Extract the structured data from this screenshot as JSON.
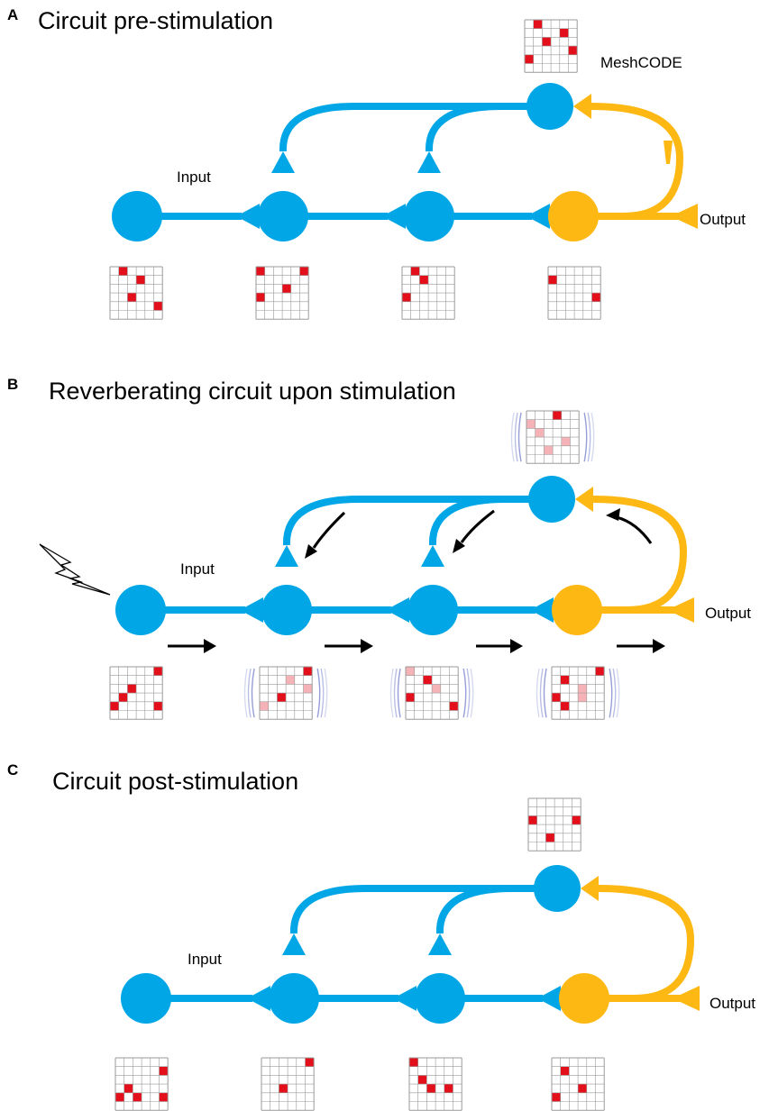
{
  "colors": {
    "blue": "#00a6e6",
    "orange": "#fdb813",
    "grid_line": "#9a9a9a",
    "grid_cell_active": "#e3101b",
    "grid_cell_faded": "#f6b3b7",
    "arrow": "#000000",
    "vibration": "#8a94d4"
  },
  "panels": [
    {
      "letter": "A",
      "title": "Circuit pre-stimulation",
      "input_label": "Input",
      "output_label": "Output",
      "meshcode_label": "MeshCODE",
      "grids": {
        "top": {
          "active": [
            [
              0,
              1
            ],
            [
              1,
              4
            ],
            [
              2,
              2
            ],
            [
              3,
              5
            ],
            [
              4,
              0
            ]
          ],
          "faded": []
        },
        "n1": {
          "active": [
            [
              0,
              1
            ],
            [
              1,
              3
            ],
            [
              3,
              2
            ],
            [
              4,
              5
            ]
          ],
          "faded": []
        },
        "n2": {
          "active": [
            [
              0,
              0
            ],
            [
              0,
              5
            ],
            [
              2,
              3
            ],
            [
              3,
              0
            ]
          ],
          "faded": []
        },
        "n3": {
          "active": [
            [
              0,
              1
            ],
            [
              1,
              2
            ],
            [
              3,
              0
            ]
          ],
          "faded": []
        },
        "n4": {
          "active": [
            [
              1,
              0
            ],
            [
              3,
              5
            ]
          ],
          "faded": []
        }
      }
    },
    {
      "letter": "B",
      "title": "Reverberating circuit upon stimulation",
      "input_label": "Input",
      "output_label": "Output",
      "meshcode_label": "",
      "grids": {
        "top": {
          "active": [
            [
              0,
              3
            ]
          ],
          "faded": [
            [
              1,
              0
            ],
            [
              2,
              1
            ],
            [
              3,
              4
            ],
            [
              4,
              2
            ]
          ]
        },
        "n1": {
          "active": [
            [
              0,
              5
            ],
            [
              2,
              2
            ],
            [
              3,
              1
            ],
            [
              4,
              0
            ],
            [
              4,
              5
            ]
          ],
          "faded": []
        },
        "n2": {
          "active": [
            [
              0,
              5
            ],
            [
              3,
              2
            ]
          ],
          "faded": [
            [
              1,
              3
            ],
            [
              2,
              5
            ],
            [
              4,
              0
            ]
          ]
        },
        "n3": {
          "active": [
            [
              1,
              2
            ],
            [
              3,
              0
            ],
            [
              4,
              5
            ]
          ],
          "faded": [
            [
              0,
              0
            ],
            [
              2,
              3
            ]
          ]
        },
        "n4": {
          "active": [
            [
              0,
              5
            ],
            [
              1,
              1
            ],
            [
              3,
              0
            ],
            [
              4,
              1
            ]
          ],
          "faded": [
            [
              2,
              3
            ],
            [
              3,
              3
            ]
          ]
        }
      }
    },
    {
      "letter": "C",
      "title": "Circuit post-stimulation",
      "input_label": "Input",
      "output_label": "Output",
      "meshcode_label": "",
      "grids": {
        "top": {
          "active": [
            [
              2,
              0
            ],
            [
              2,
              5
            ],
            [
              4,
              2
            ]
          ],
          "faded": []
        },
        "n1": {
          "active": [
            [
              1,
              5
            ],
            [
              3,
              1
            ],
            [
              4,
              0
            ],
            [
              4,
              2
            ],
            [
              4,
              5
            ]
          ],
          "faded": []
        },
        "n2": {
          "active": [
            [
              0,
              5
            ],
            [
              3,
              2
            ]
          ],
          "faded": []
        },
        "n3": {
          "active": [
            [
              0,
              0
            ],
            [
              2,
              1
            ],
            [
              3,
              2
            ],
            [
              3,
              4
            ]
          ],
          "faded": []
        },
        "n4": {
          "active": [
            [
              1,
              1
            ],
            [
              3,
              3
            ],
            [
              4,
              0
            ]
          ],
          "faded": []
        }
      }
    }
  ]
}
